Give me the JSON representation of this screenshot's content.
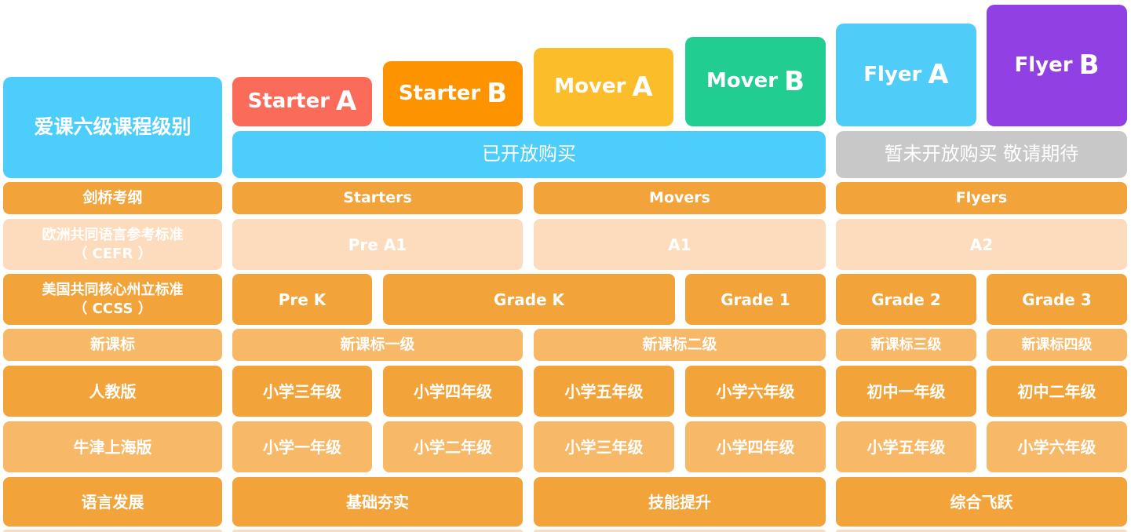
{
  "title": "爱课六级课程级别",
  "colors": {
    "starter_a": "#fb6b5a",
    "starter_b": "#fe9300",
    "mover_a": "#fbbd2a",
    "mover_b": "#22cd92",
    "flyer_a": "#50ccf9",
    "flyer_b": "#9140e4",
    "open": "#4dcdfb",
    "closed": "#c8c8c8",
    "dark_row": "#f2a43a",
    "mid_row": "#f7b867",
    "light_row": "#fcdcbd"
  },
  "levels": [
    {
      "name": "Starter",
      "letter": "A"
    },
    {
      "name": "Starter",
      "letter": "B"
    },
    {
      "name": "Mover",
      "letter": "A"
    },
    {
      "name": "Mover",
      "letter": "B"
    },
    {
      "name": "Flyer",
      "letter": "A"
    },
    {
      "name": "Flyer",
      "letter": "B"
    }
  ],
  "status": {
    "open": "已开放购买",
    "closed": "暂未开放购买 敬请期待"
  },
  "rows": {
    "cambridge": {
      "label": "剑桥考纲",
      "values": [
        "Starters",
        "Movers",
        "Flyers"
      ]
    },
    "cefr": {
      "label": [
        "欧洲共同语言参考标准",
        "（ CEFR ）"
      ],
      "values": [
        "Pre A1",
        "A1",
        "A2"
      ]
    },
    "ccss": {
      "label": [
        "美国共同核心州立标准",
        "（ CCSS ）"
      ],
      "values": [
        "Pre K",
        "Grade K",
        "Grade 1",
        "Grade 2",
        "Grade 3"
      ]
    },
    "new_standard": {
      "label": "新课标",
      "values": [
        "新课标一级",
        "新课标二级",
        "新课标三级",
        "新课标四级"
      ]
    },
    "pep": {
      "label": "人教版",
      "values": [
        "小学三年级",
        "小学四年级",
        "小学五年级",
        "小学六年级",
        "初中一年级",
        "初中二年级"
      ]
    },
    "oxford": {
      "label": "牛津上海版",
      "values": [
        "小学一年级",
        "小学二年级",
        "小学三年级",
        "小学四年级",
        "小学五年级",
        "小学六年级"
      ]
    },
    "development": {
      "label": "语言发展",
      "values": [
        "基础夯实",
        "技能提升",
        "综合飞跃"
      ]
    }
  }
}
